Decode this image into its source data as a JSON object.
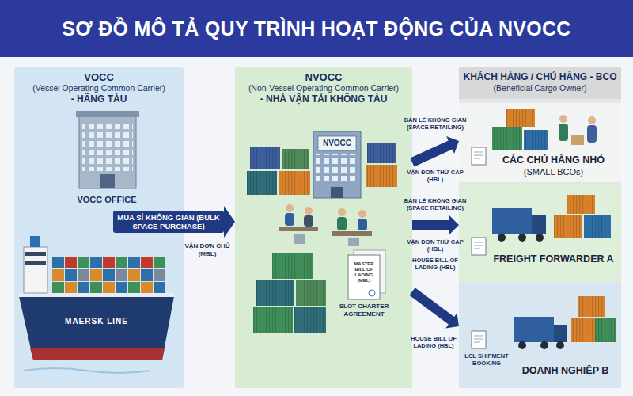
{
  "diagram": {
    "title": "SƠ ĐỒ MÔ TẢ QUY TRÌNH HOẠT ĐỘNG CỦA NVOCC",
    "nodes": [
      {
        "text": [
          "VOCC",
          "(Vessel Operating Common Carrier)",
          "- HÃNG TÀU"
        ]
      },
      {
        "text": [
          "NVOCC",
          "(Non-Vessel Operating Common Carrier)",
          "- NHÀ VẬN TẢI KHÔNG TÀU"
        ]
      },
      {
        "text": [
          "KHÁCH HÀNG / CHỦ HÀNG - BCO",
          "(Beneficial Cargo Owner)"
        ]
      },
      {
        "text": [
          "CÁC CHỦ HÀNG NHỎ",
          "(SMALL BCOs)"
        ],
        "in": 2
      },
      {
        "text": [
          "FREIGHT FORWARDER A"
        ],
        "in": 2
      },
      {
        "text": [
          "DOANH NGHIỆP B"
        ],
        "in": 2
      }
    ],
    "edges": [
      {
        "from": 0,
        "to": 1,
        "label": "MUA SỈ KHÔNG GIAN (BULK SPACE PURCHASE)",
        "arrow": "to"
      },
      {
        "from": 1,
        "to": 3,
        "label": "BÁN LẺ KHÔNG GIAN (SPACE RETAILING)",
        "arrow": "to"
      },
      {
        "from": 1,
        "to": 4,
        "label": "BÁN LẺ KHÔNG GIAN (SPACE RETAILING)",
        "arrow": "to"
      },
      {
        "from": 1,
        "to": 5,
        "arrow": "to"
      }
    ],
    "labels": [
      "VOCC OFFICE",
      "MAERSK LINE",
      "VẬN ĐƠN CHỦ (MBL)",
      "NVOCC",
      "MASTER BILL OF LADING (MBL)",
      "SLOT CHARTER AGREEMENT",
      "VẬN ĐƠN THỨ CẤP (HBL)",
      "VẬN ĐƠN THỨ CẤP (HBL)",
      "HOUSE BILL OF LADING (HBL)",
      "HOUSE BILL OF LADING (HBL)",
      "LCL SHIPMENT BOOKING"
    ]
  }
}
